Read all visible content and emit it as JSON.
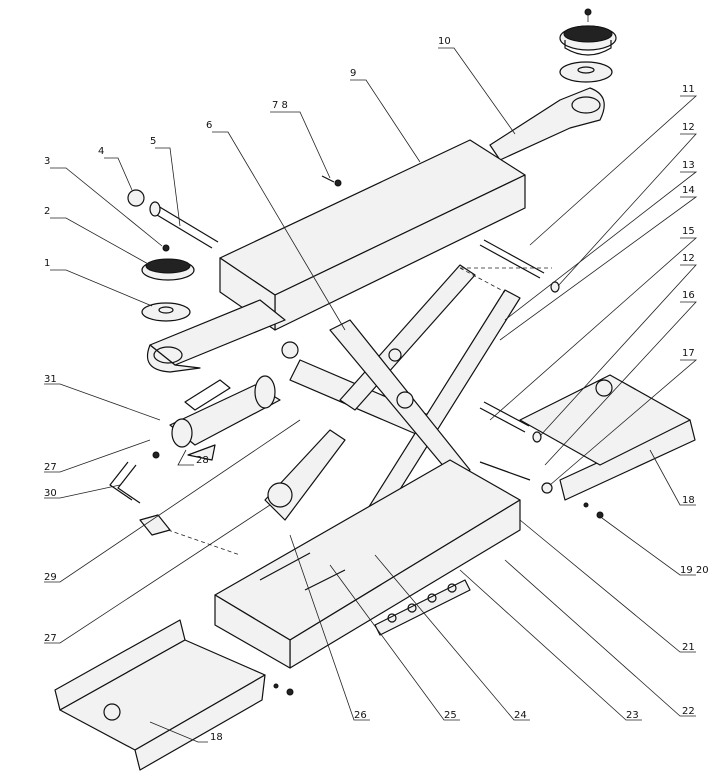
{
  "diagram": {
    "labels": {
      "l1": "1",
      "l2": "2",
      "l3": "3",
      "l4": "4",
      "l5": "5",
      "l6": "6",
      "l7_8": "7 8",
      "l9": "9",
      "l10": "10",
      "l11": "11",
      "l12a": "12",
      "l13": "13",
      "l14": "14",
      "l15": "15",
      "l12b": "12",
      "l16": "16",
      "l17": "17",
      "l18a": "18",
      "l19_20": "19 20",
      "l21": "21",
      "l22": "22",
      "l23": "23",
      "l24": "24",
      "l25": "25",
      "l26": "26",
      "l27a": "27",
      "l18b": "18",
      "l29": "29",
      "l30": "30",
      "l27b": "27",
      "l28": "28",
      "l31": "31"
    }
  }
}
